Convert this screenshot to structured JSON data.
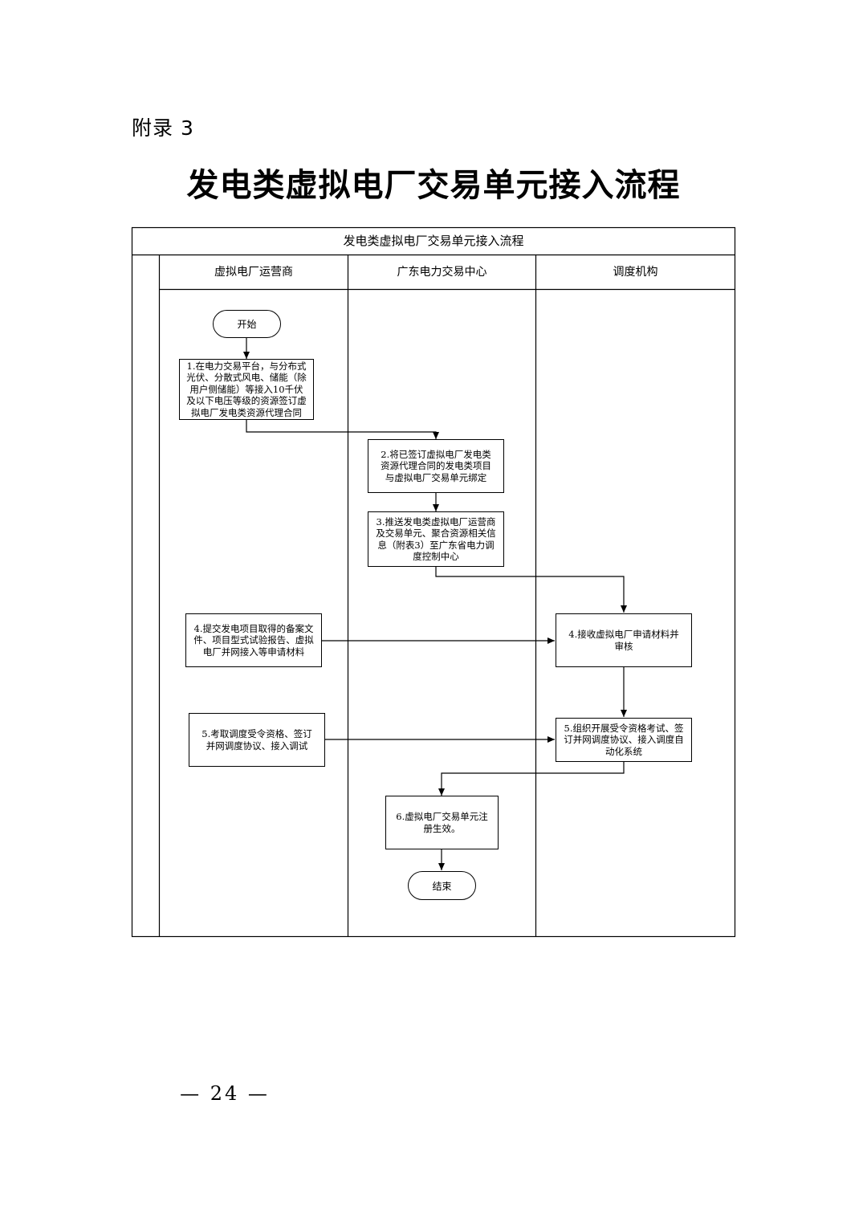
{
  "appendix_label": "附录 3",
  "title": "发电类虚拟电厂交易单元接入流程",
  "flowchart": {
    "header": "发电类虚拟电厂交易单元接入流程",
    "lanes": [
      "虚拟电厂运营商",
      "广东电力交易中心",
      "调度机构"
    ],
    "start": "开始",
    "end": "结束",
    "steps": {
      "s1": "1.在电力交易平台，与分布式光伏、分散式风电、储能（除用户侧储能）等接入10千伏及以下电压等级的资源签订虚拟电厂发电类资源代理合同",
      "s2": "2.将已签订虚拟电厂发电类资源代理合同的发电类项目与虚拟电厂交易单元绑定",
      "s3": "3.推送发电类虚拟电厂运营商及交易单元、聚合资源相关信息（附表3）至广东省电力调度控制中心",
      "s4a": "4.提交发电项目取得的备案文件、项目型式试验报告、虚拟电厂并网接入等申请材料",
      "s4b": "4.接收虚拟电厂申请材料并审核",
      "s5a": "5.考取调度受令资格、签订并网调度协议、接入调试",
      "s5b": "5.组织开展受令资格考试、签订并网调度协议、接入调度自动化系统",
      "s6": "6.虚拟电厂交易单元注册生效。"
    }
  },
  "page_number": "— 24 —"
}
